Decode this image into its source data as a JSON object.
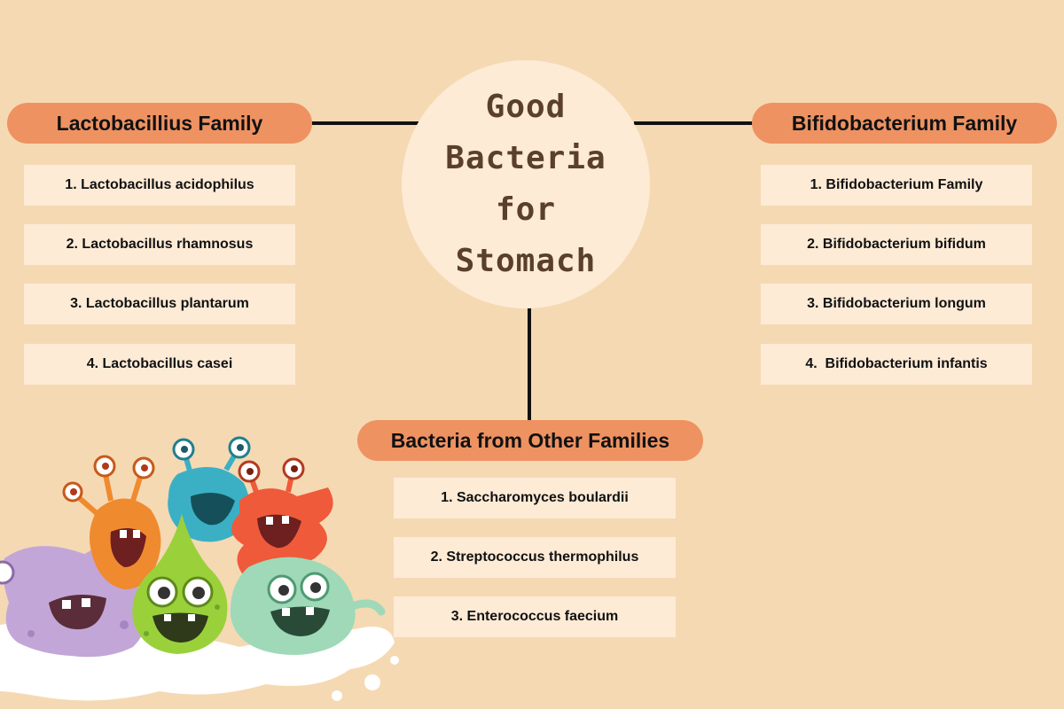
{
  "title": "Good Bacteria for Stomach",
  "title_lines": [
    "Good",
    "Bacteria for",
    "Stomach"
  ],
  "colors": {
    "background": "#f5d9b3",
    "header_pill": "#ee9262",
    "item_box": "#fdebd6",
    "center_circle": "#fdebd6",
    "title_text": "#5a3f2a",
    "connector": "#111111"
  },
  "groups": {
    "lactobacillus": {
      "heading": "Lactobacillius Family",
      "items": [
        "1. Lactobacillus acidophilus",
        "2. Lactobacillus rhamnosus",
        "3. Lactobacillus plantarum",
        "4. Lactobacillus casei"
      ]
    },
    "bifidobacterium": {
      "heading": "Bifidobacterium Family",
      "items": [
        "1. Bifidobacterium Family",
        "2. Bifidobacterium bifidum",
        "3. Bifidobacterium longum",
        "4.  Bifidobacterium infantis"
      ]
    },
    "other": {
      "heading": "Bacteria from Other Families",
      "items": [
        "1. Saccharomyces boulardii",
        "2. Streptococcus thermophilus",
        "3. Enterococcus faecium"
      ]
    }
  },
  "illustration": {
    "icons": [
      "purple-microbe-icon",
      "orange-microbe-icon",
      "teal-microbe-icon",
      "red-microbe-icon",
      "green-microbe-icon",
      "mint-microbe-icon",
      "milk-splash-icon"
    ]
  }
}
